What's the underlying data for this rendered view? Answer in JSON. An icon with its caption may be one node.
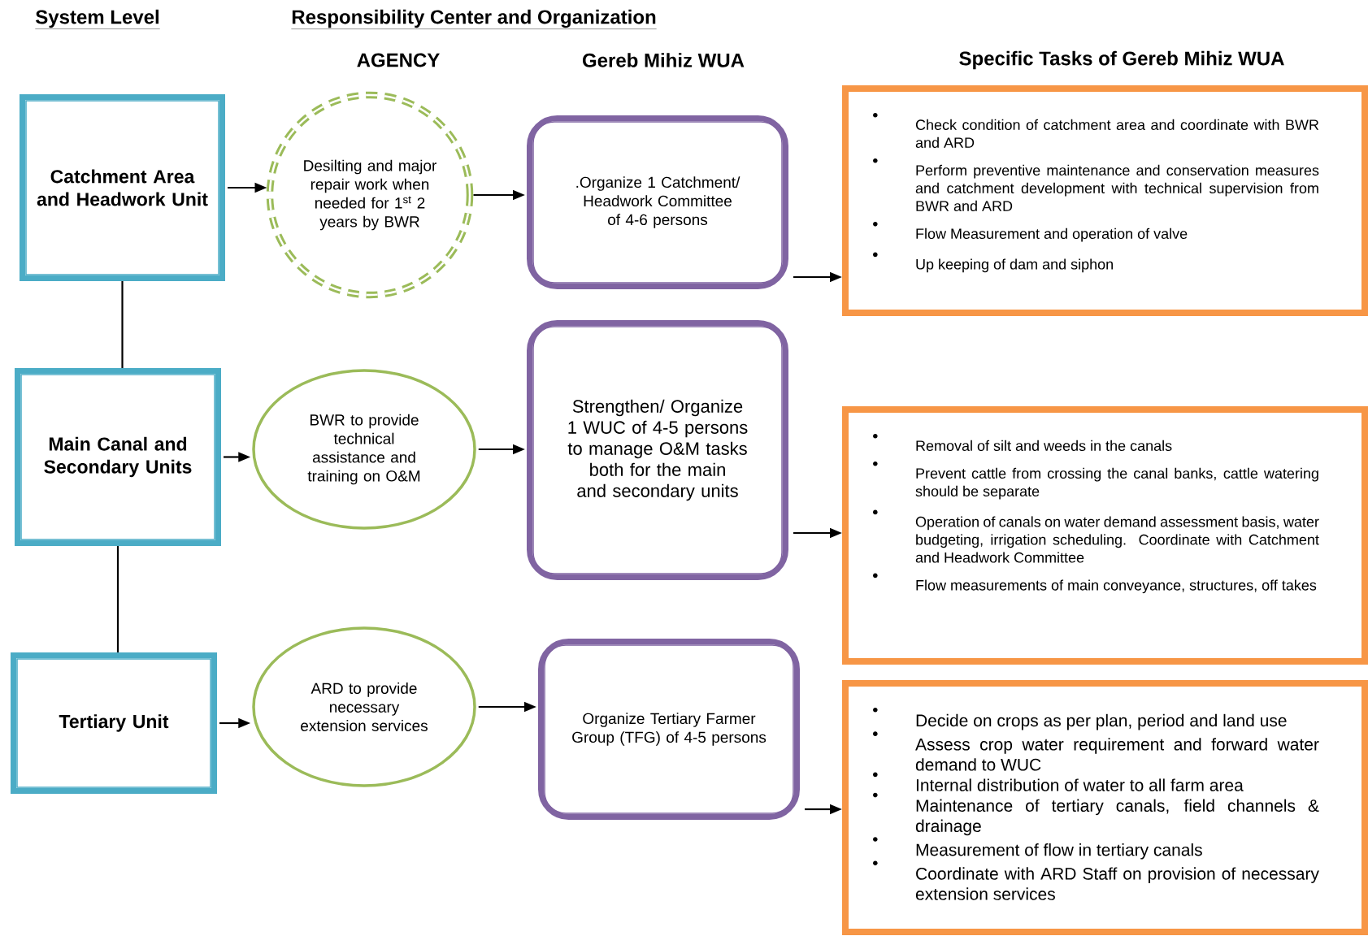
{
  "diagram": {
    "nodes": [
      {
        "text": [
          "Catchment Area and Headwork Unit"
        ]
      },
      {
        "text": [
          "Desilting and major repair work when needed for 1$^{st}$ 2 years by BWR"
        ]
      },
      {
        "text": [
          ".Organize 1 Catchment/ Headwork Committee of 4-6 persons"
        ]
      },
      {
        "text": [
          "Check condition of catchment area and coordinate with BWR and ARD",
          "Perform preventive maintenance and conservation measures and catchment development with technical supervision from BWR and ARD",
          "Flow Measurement and operation of valve",
          "Up keeping  of dam and siphon"
        ]
      },
      {
        "text": [
          "Main Canal and Secondary Units"
        ]
      },
      {
        "text": [
          "BWR to provide technical assistance and training on O&M"
        ]
      },
      {
        "text": [
          "Strengthen/ Organize 1 WUC of 4-5 persons to manage O&M tasks both for the main and secondary units"
        ]
      },
      {
        "text": [
          "Removal of silt and weeds in the canals",
          "Prevent cattle from crossing the canal banks, cattle watering should be separate",
          "Operation of canals on water demand assessment basis, water budgeting, irrigation scheduling. Coordinate with Catchment and Headwork Committee",
          "Flow measurements of main conveyance, structures, off takes"
        ]
      },
      {
        "text": [
          "Tertiary Unit"
        ]
      },
      {
        "text": [
          "ARD to provide necessary extension services"
        ]
      },
      {
        "text": [
          "Organize Tertiary Farmer Group (TFG) of 4-5 persons"
        ]
      },
      {
        "text": [
          "Decide on crops as per plan, period  and land use",
          "Assess crop water requirement and forward water demand to WUC",
          "Internal distribution of water to all farm area",
          "Maintenance of tertiary canals, field channels & drainage",
          "Measurement of flow in tertiary canals",
          "Coordinate with ARD Staff on provision of necessary extension services"
        ]
      }
    ],
    "edges": [
      {
        "from": 0,
        "to": 1,
        "arrow": "to"
      },
      {
        "from": 1,
        "to": 2,
        "arrow": "to"
      },
      {
        "from": 2,
        "to": 3,
        "arrow": "to"
      },
      {
        "from": 0,
        "to": 4,
        "arrow": "none"
      },
      {
        "from": 4,
        "to": 5,
        "arrow": "to"
      },
      {
        "from": 5,
        "to": 6,
        "arrow": "to"
      },
      {
        "from": 6,
        "to": 7,
        "arrow": "to"
      },
      {
        "from": 4,
        "to": 8,
        "arrow": "none"
      },
      {
        "from": 8,
        "to": 9,
        "arrow": "to"
      },
      {
        "from": 9,
        "to": 10,
        "arrow": "to"
      },
      {
        "from": 10,
        "to": 11,
        "arrow": "to"
      }
    ],
    "labels": [
      "System Level",
      "Responsibility Center and Organization",
      "AGENCY",
      "Gereb Mihiz WUA",
      "Specific Tasks of Gereb Mihiz WUA"
    ]
  }
}
